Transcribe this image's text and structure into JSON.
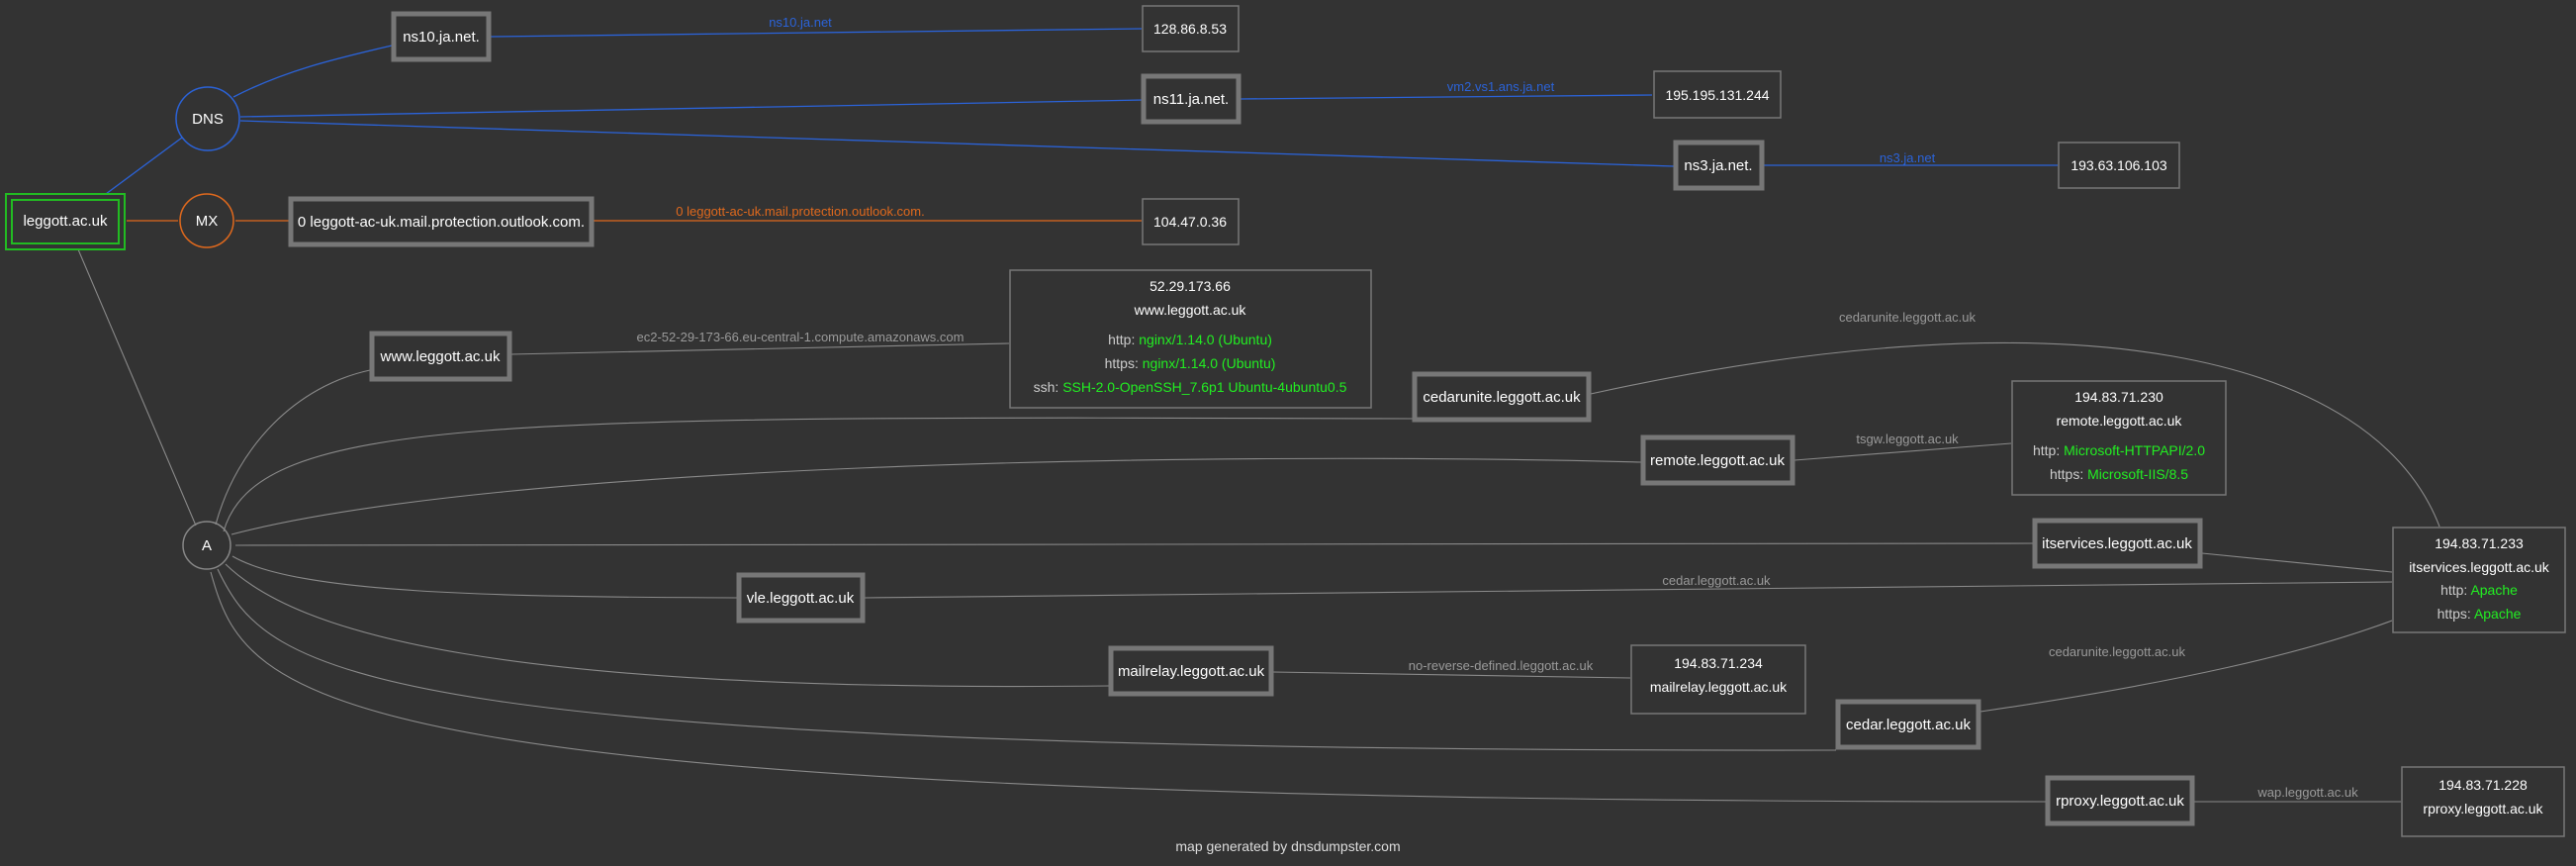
{
  "colors": {
    "background": "#333333",
    "dns_edge": "#2b63d9",
    "mx_edge": "#e0691d",
    "a_edge": "#8a8a8a",
    "root_border": "#22bb22",
    "box_border": "#777777",
    "banner_value": "#22ee22"
  },
  "root": {
    "label": "leggott.ac.uk"
  },
  "hubs": {
    "dns": "DNS",
    "mx": "MX",
    "a": "A"
  },
  "ns": [
    {
      "name": "ns10.ja.net.",
      "ip": "128.86.8.53",
      "ptr": "ns10.ja.net"
    },
    {
      "name": "ns11.ja.net.",
      "ip": "195.195.131.244",
      "ptr": "vm2.vs1.ans.ja.net"
    },
    {
      "name": "ns3.ja.net.",
      "ip": "193.63.106.103",
      "ptr": "ns3.ja.net"
    }
  ],
  "mx": {
    "name": "0 leggott-ac-uk.mail.protection.outlook.com.",
    "ip": "104.47.0.36",
    "ptr": "0 leggott-ac-uk.mail.protection.outlook.com."
  },
  "a_hosts": {
    "www": "www.leggott.ac.uk",
    "cedarunite": "cedarunite.leggott.ac.uk",
    "remote": "remote.leggott.ac.uk",
    "itservices": "itservices.leggott.ac.uk",
    "vle": "vle.leggott.ac.uk",
    "mailrelay": "mailrelay.leggott.ac.uk",
    "cedar": "cedar.leggott.ac.uk",
    "rproxy": "rproxy.leggott.ac.uk"
  },
  "ptr": {
    "www": "ec2-52-29-173-66.eu-central-1.compute.amazonaws.com",
    "cedarunite": "cedarunite.leggott.ac.uk",
    "remote": "tsgw.leggott.ac.uk",
    "vle": "cedar.leggott.ac.uk",
    "mailrelay": "no-reverse-defined.leggott.ac.uk",
    "cedar": "cedarunite.leggott.ac.uk",
    "rproxy": "wap.leggott.ac.uk"
  },
  "ip_boxes": {
    "www": {
      "ip": "52.29.173.66",
      "host": "www.leggott.ac.uk",
      "banners": [
        {
          "key": "http:",
          "value": "nginx/1.14.0 (Ubuntu)"
        },
        {
          "key": "https:",
          "value": "nginx/1.14.0 (Ubuntu)"
        },
        {
          "key": "ssh:",
          "value": "SSH-2.0-OpenSSH_7.6p1 Ubuntu-4ubuntu0.5"
        }
      ]
    },
    "remote": {
      "ip": "194.83.71.230",
      "host": "remote.leggott.ac.uk",
      "banners": [
        {
          "key": "http:",
          "value": "Microsoft-HTTPAPI/2.0"
        },
        {
          "key": "https:",
          "value": "Microsoft-IIS/8.5"
        }
      ]
    },
    "itservices": {
      "ip": "194.83.71.233",
      "host": "itservices.leggott.ac.uk",
      "banners": [
        {
          "key": "http:",
          "value": "Apache"
        },
        {
          "key": "https:",
          "value": "Apache"
        }
      ]
    },
    "mailrelay": {
      "ip": "194.83.71.234",
      "host": "mailrelay.leggott.ac.uk"
    },
    "rproxy": {
      "ip": "194.83.71.228",
      "host": "rproxy.leggott.ac.uk"
    }
  },
  "footer": "map generated by dnsdumpster.com"
}
